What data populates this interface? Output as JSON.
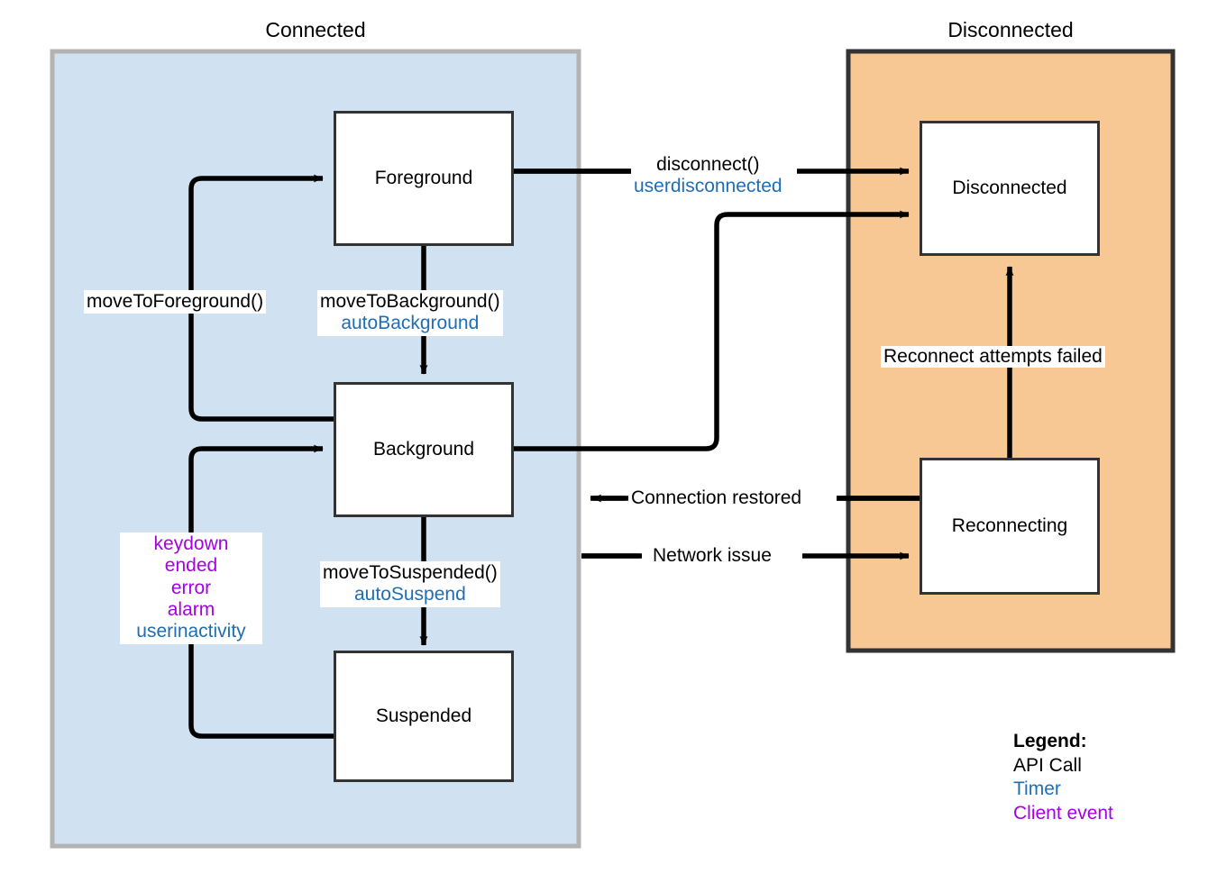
{
  "diagram": {
    "title_connected": "Connected",
    "title_disconnected": "Disconnected",
    "colors": {
      "connected_fill": "#d0e1f2",
      "connected_border": "#b3b3b3",
      "disconnected_fill": "#f7c894",
      "disconnected_border": "#333333",
      "state_border": "#333333",
      "api_call": "#000000",
      "timer": "#1f6eb4",
      "client_event": "#a500e6"
    }
  },
  "states": {
    "foreground": "Foreground",
    "background": "Background",
    "suspended": "Suspended",
    "disconnected": "Disconnected",
    "reconnecting": "Reconnecting"
  },
  "labels": {
    "move_to_foreground": "moveToForeground()",
    "move_to_background_api": "moveToBackground()",
    "move_to_background_timer": "autoBackground",
    "move_to_suspended_api": "moveToSuspended()",
    "move_to_suspended_timer": "autoSuspend",
    "disconnect_api": "disconnect()",
    "disconnect_timer": "userdisconnected",
    "client_events": [
      "keydown",
      "ended",
      "error",
      "alarm"
    ],
    "client_event_timer": "userinactivity",
    "reconnect_failed": "Reconnect attempts failed",
    "connection_restored": "Connection restored",
    "network_issue": "Network issue"
  },
  "legend": {
    "title": "Legend:",
    "api_call": "API Call",
    "timer": "Timer",
    "client_event": "Client event"
  }
}
